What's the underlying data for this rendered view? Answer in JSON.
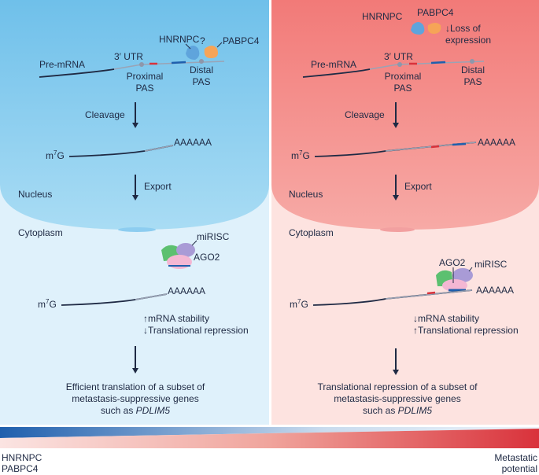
{
  "left": {
    "hnrnpc": "HNRNPC",
    "question": "?",
    "pabpc4": "PABPC4",
    "utr": "3′ UTR",
    "premrna": "Pre-mRNA",
    "proximal1": "Proximal",
    "proximal2": "PAS",
    "distal1": "Distal",
    "distal2": "PAS",
    "cleavage": "Cleavage",
    "m7g_m": "m",
    "m7g_7": "7",
    "m7g_g": "G",
    "polya": "AAAAAA",
    "export": "Export",
    "nucleus": "Nucleus",
    "cytoplasm": "Cytoplasm",
    "mirisc": "miRISC",
    "ago2": "AGO2",
    "effect1": "↑mRNA stability",
    "effect2": "↓Translational repression",
    "outcome1": "Efficient translation of a subset of",
    "outcome2": "metastasis-suppressive genes",
    "outcome3a": "such as ",
    "outcome3b": "PDLIM5"
  },
  "right": {
    "hnrnpc": "HNRNPC",
    "pabpc4": "PABPC4",
    "loss1": "↓Loss of",
    "loss2": "expression",
    "utr": "3′ UTR",
    "premrna": "Pre-mRNA",
    "proximal1": "Proximal",
    "proximal2": "PAS",
    "distal1": "Distal",
    "distal2": "PAS",
    "cleavage": "Cleavage",
    "m7g_m": "m",
    "m7g_7": "7",
    "m7g_g": "G",
    "polya": "AAAAAA",
    "export": "Export",
    "nucleus": "Nucleus",
    "cytoplasm": "Cytoplasm",
    "ago2": "AGO2",
    "mirisc": "miRISC",
    "polya2": "AAAAAA",
    "effect1": "↓mRNA stability",
    "effect2": "↑Translational repression",
    "outcome1": "Translational repression of a subset of",
    "outcome2": "metastasis-suppressive genes",
    "outcome3a": "such as ",
    "outcome3b": "PDLIM5"
  },
  "scale": {
    "left1": "HNRNPC",
    "left2": "PABPC4",
    "right1": "Metastatic",
    "right2": "potential"
  },
  "colors": {
    "blue": "#1f5fad",
    "red": "#d9323b",
    "hnrnpc": "#5fa4dc",
    "pabpc4": "#f6a457",
    "ago2": "#f4b7d3",
    "mirisc": "#a99bd6",
    "green": "#5cc070"
  }
}
